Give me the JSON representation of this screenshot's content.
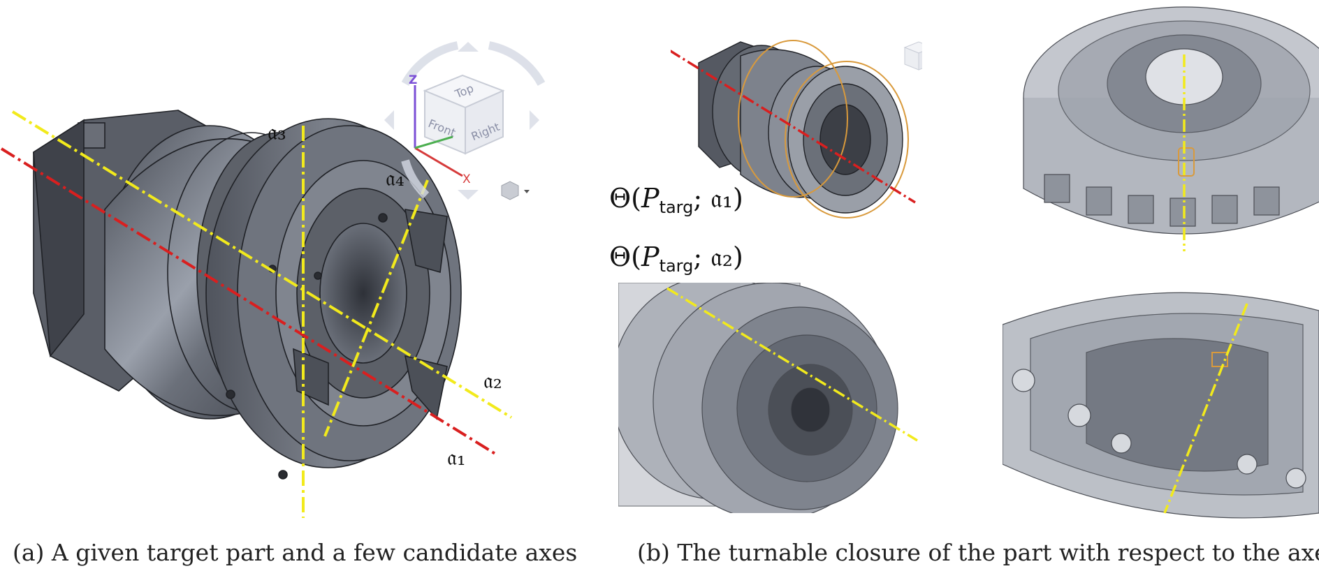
{
  "figure": {
    "left_panel": {
      "axes": [
        {
          "id": "a1",
          "label": "𝔞₁",
          "color": "#d91f1f"
        },
        {
          "id": "a2",
          "label": "𝔞₂",
          "color": "#f2ea1c"
        },
        {
          "id": "a3",
          "label": "𝔞₃",
          "color": "#f2ea1c"
        },
        {
          "id": "a4",
          "label": "𝔞₄",
          "color": "#f2ea1c"
        }
      ],
      "caption": "(a) A given target part and a few candidate axes"
    },
    "right_panel": {
      "theta1": {
        "prefix": "Θ(",
        "P": "P",
        "sub": "targ",
        "rest": "; 𝔞₁)"
      },
      "theta2": {
        "prefix": "Θ(",
        "P": "P",
        "sub": "targ",
        "rest": "; 𝔞₂)"
      },
      "caption": "(b) The turnable closure of the part with respect to the axes"
    },
    "viewcube": {
      "z_label": "Z",
      "x_label": "X",
      "top": "Top",
      "front": "Front",
      "right": "Right"
    },
    "colors": {
      "part": "#5f646e",
      "part_light": "#9aa0ab",
      "ghost": "#b9bdc5",
      "red_axis": "#d91f1f",
      "yellow_axis": "#f2ea1c",
      "outline_orange": "#d99a3c",
      "z_axis": "#7b4fd6",
      "x_axis": "#d63b3b",
      "y_axis": "#4caf50"
    }
  }
}
